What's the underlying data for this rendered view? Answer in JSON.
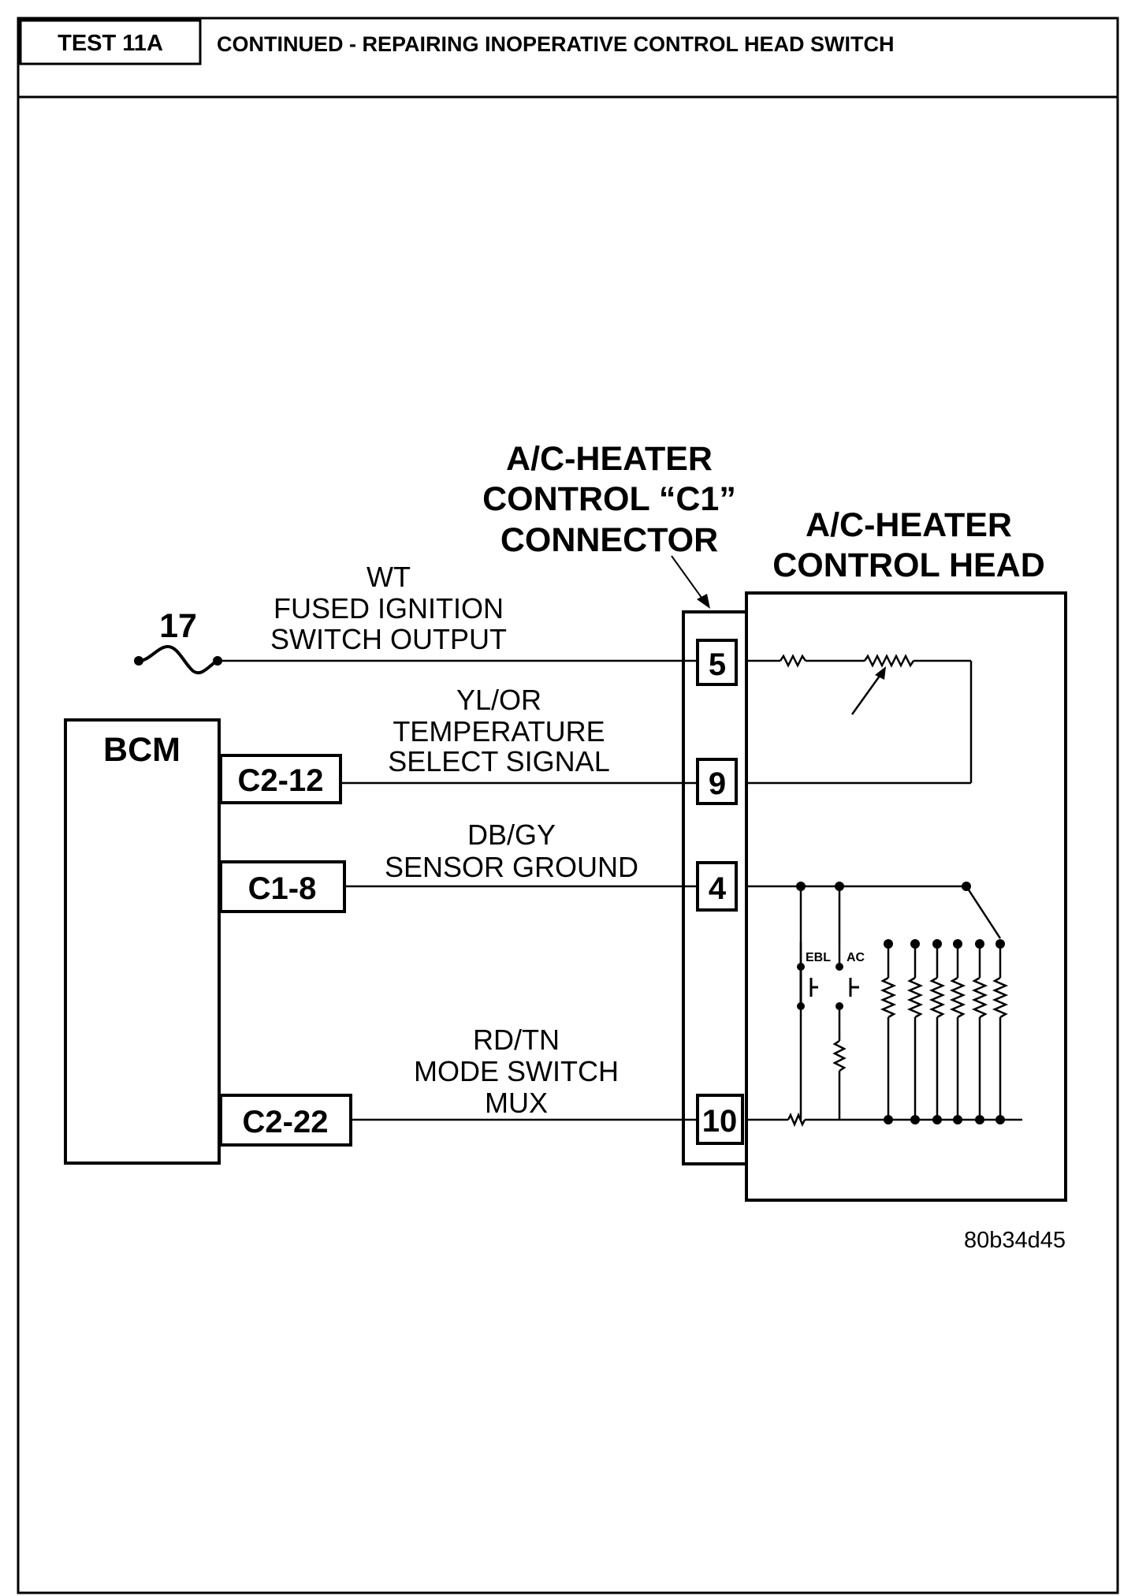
{
  "header": {
    "test_id": "TEST 11A",
    "title": "CONTINUED - REPAIRING INOPERATIVE CONTROL HEAD SWITCH"
  },
  "diagram": {
    "connector_label": [
      "A/C-HEATER",
      "CONTROL “C1”",
      "CONNECTOR"
    ],
    "control_head_label": [
      "A/C-HEATER",
      "CONTROL HEAD"
    ],
    "module_label": "BCM",
    "fuse_number": "17",
    "figure_id": "80b34d45",
    "switch_labels": {
      "ebl": "EBL",
      "ac": "AC"
    },
    "circuits": [
      {
        "wire_color": "WT",
        "description": [
          "FUSED IGNITION",
          "SWITCH OUTPUT"
        ],
        "bcm_pin": "",
        "connector_cavity": "5"
      },
      {
        "wire_color": "YL/OR",
        "description": [
          "TEMPERATURE",
          "SELECT SIGNAL"
        ],
        "bcm_pin": "C2-12",
        "connector_cavity": "9"
      },
      {
        "wire_color": "DB/GY",
        "description": [
          "SENSOR GROUND"
        ],
        "bcm_pin": "C1-8",
        "connector_cavity": "4"
      },
      {
        "wire_color": "RD/TN",
        "description": [
          "MODE SWITCH",
          "MUX"
        ],
        "bcm_pin": "C2-22",
        "connector_cavity": "10"
      }
    ]
  }
}
